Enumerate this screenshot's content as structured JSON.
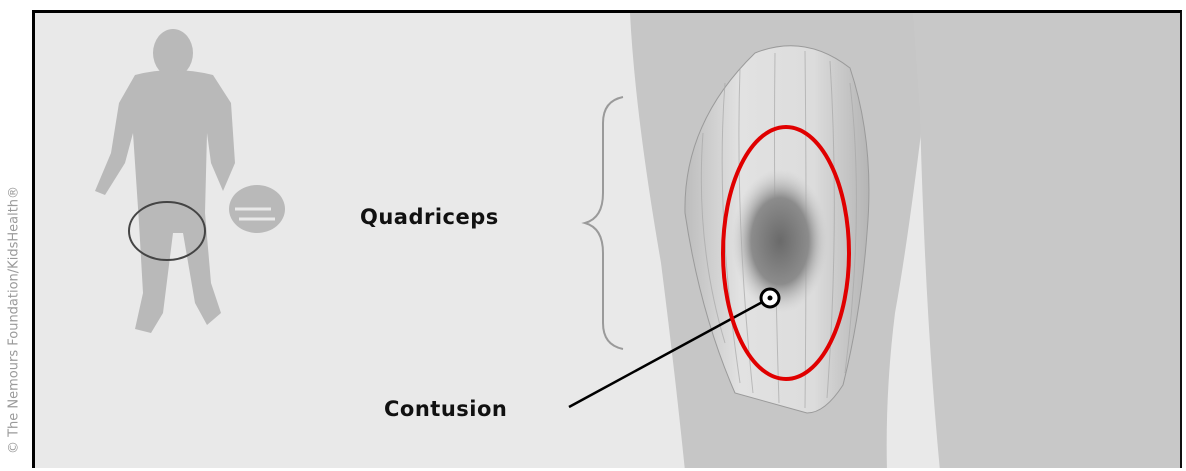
{
  "credit": "© The Nemours Foundation/KidsHealth®",
  "labels": {
    "quadriceps": "Quadriceps",
    "contusion": "Contusion"
  },
  "colors": {
    "background": "#e9e9e9",
    "figure": "#b9b9b9",
    "leg": "#c6c6c6",
    "muscle": "#dadada",
    "bruise": "#7a7a7a",
    "highlight": "#e00000",
    "frame": "#000000"
  }
}
